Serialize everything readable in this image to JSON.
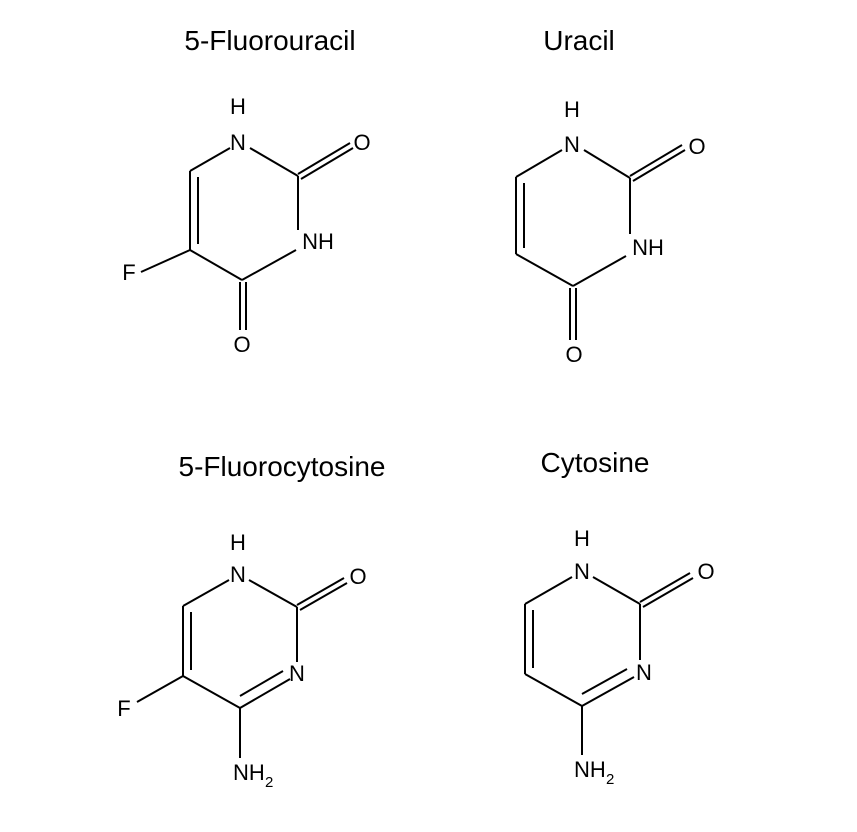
{
  "molecules": [
    {
      "name": "5-Fluorouracil",
      "labels": {
        "h_top": "H",
        "n_top": "N",
        "o_right": "O",
        "n_right": "NH",
        "o_bottom": "O",
        "f": "F"
      }
    },
    {
      "name": "Uracil",
      "labels": {
        "h_top": "H",
        "n_top": "N",
        "o_right": "O",
        "n_right": "NH",
        "o_bottom": "O"
      }
    },
    {
      "name": "5-Fluorocytosine",
      "labels": {
        "h_top": "H",
        "n_top": "N",
        "o_right": "O",
        "n_right": "N",
        "nh2_main": "NH",
        "nh2_sub": "2",
        "f": "F"
      }
    },
    {
      "name": "Cytosine",
      "labels": {
        "h_top": "H",
        "n_top": "N",
        "o_right": "O",
        "n_right": "N",
        "nh2_main": "NH",
        "nh2_sub": "2"
      }
    }
  ],
  "colors": {
    "ink": "#000000",
    "background": "#ffffff"
  }
}
